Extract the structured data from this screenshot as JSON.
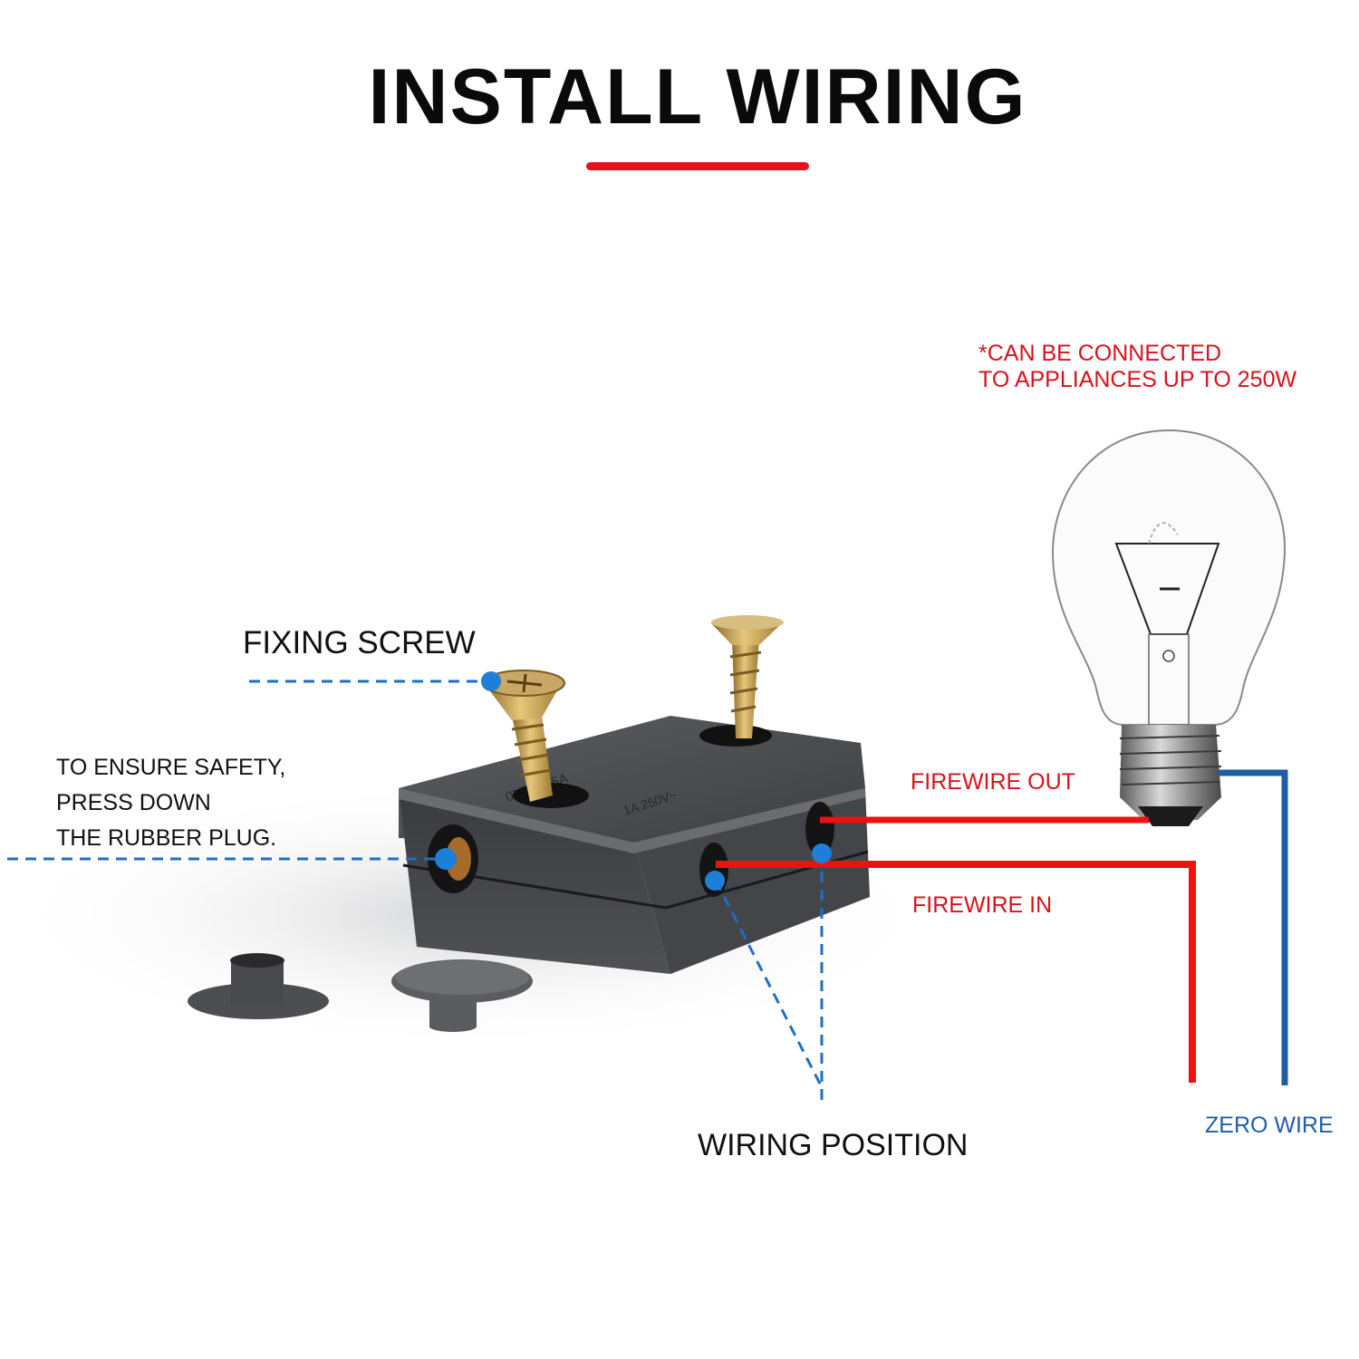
{
  "header": {
    "title": "INSTALL WIRING"
  },
  "notes": {
    "capacity_line1": "*CAN BE CONNECTED",
    "capacity_line2": "TO APPLIANCES UP TO 250W"
  },
  "callouts": {
    "fixing_screw": "FIXING SCREW",
    "safety_line1": "TO ENSURE SAFETY,",
    "safety_line2": "PRESS DOWN",
    "safety_line3": "THE RUBBER PLUG.",
    "firewire_out": "FIREWIRE OUT",
    "firewire_in": "FIREWIRE IN",
    "wiring_position": "WIRING POSITION",
    "zero_wire": "ZERO WIRE"
  },
  "colors": {
    "accent_red": "#e8101a",
    "live_wire": "#ee1111",
    "neutral_wire": "#1c5fa8",
    "callout_blue": "#1e7fd8",
    "switch_body": "#4a4b4f"
  },
  "components": [
    "light-bulb",
    "inline-switch-box",
    "fixing-screw",
    "fixing-screw",
    "rubber-plug",
    "rubber-plug"
  ]
}
